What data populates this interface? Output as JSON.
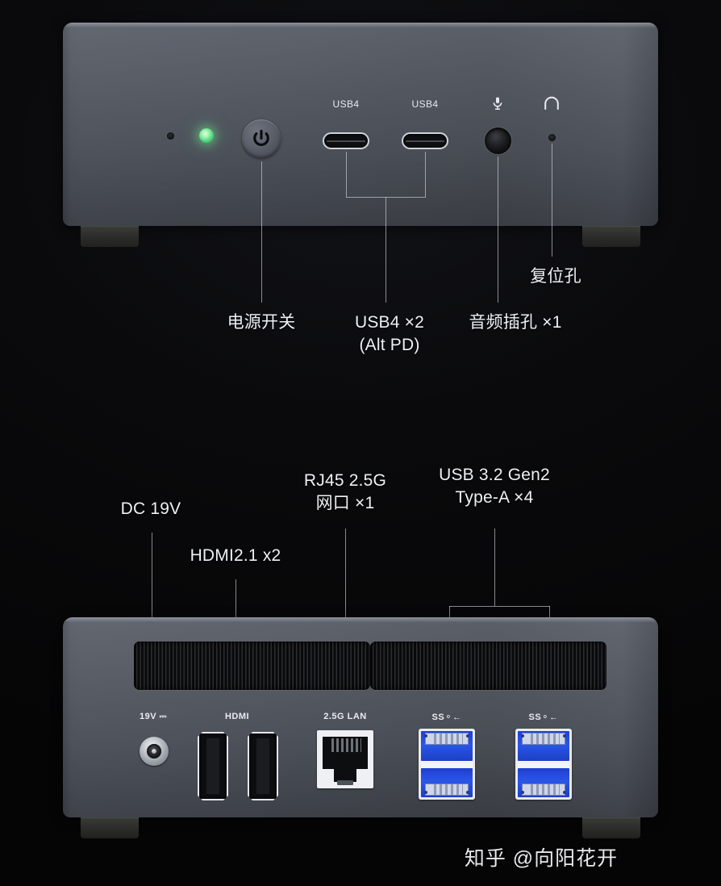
{
  "page": {
    "background_color": "#060608",
    "chassis_color": "#565b65",
    "accent_led_color": "#4cd07a",
    "usb3_port_color": "#2a56e8",
    "leader_line_color": "#d6dae2"
  },
  "front_view": {
    "port_labels": [
      {
        "name": "usb4-left",
        "text": "USB4"
      },
      {
        "name": "usb4-right",
        "text": "USB4"
      }
    ],
    "icons": [
      {
        "name": "microphone-icon",
        "glyph": "mic"
      },
      {
        "name": "headphone-icon",
        "glyph": "headphone"
      }
    ],
    "callouts": [
      {
        "name": "power-switch",
        "lines": "电源开关"
      },
      {
        "name": "usb4-ports",
        "lines": "USB4 ×2\n(Alt PD)"
      },
      {
        "name": "audio-jack",
        "lines": "音频插孔 ×1"
      },
      {
        "name": "reset-hole",
        "lines": "复位孔"
      }
    ]
  },
  "rear_view": {
    "silkscreen": [
      {
        "name": "dc-in-silk",
        "text": "19V ⎓"
      },
      {
        "name": "hdmi-silk",
        "text": "HDMI"
      },
      {
        "name": "lan-silk",
        "text": "2.5G LAN"
      },
      {
        "name": "usb-ss-silk-1",
        "text": "SS⚬←"
      },
      {
        "name": "usb-ss-silk-2",
        "text": "SS⚬←"
      }
    ],
    "callouts": [
      {
        "name": "dc-power",
        "lines": "DC 19V"
      },
      {
        "name": "hdmi-ports",
        "lines": "HDMI2.1 x2"
      },
      {
        "name": "lan-port",
        "lines": "RJ45 2.5G\n网口 ×1"
      },
      {
        "name": "usb-a-ports",
        "lines": "USB 3.2 Gen2\nType-A ×4"
      }
    ]
  },
  "watermark": {
    "text": "知乎 @向阳花开"
  }
}
